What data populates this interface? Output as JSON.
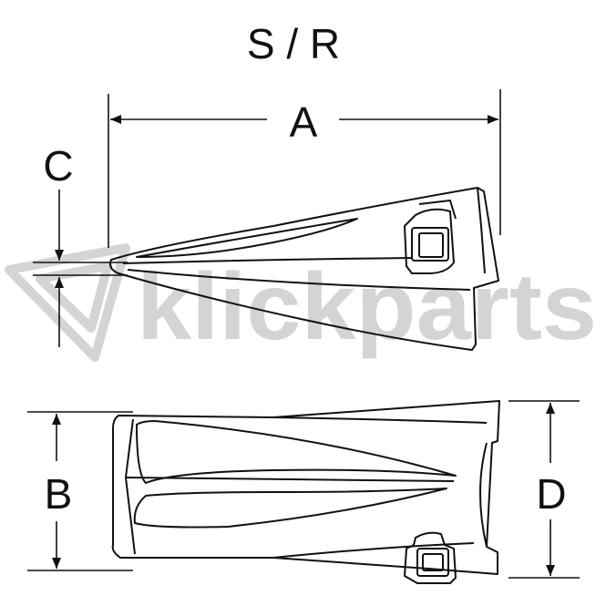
{
  "title": "S / R",
  "dimensions": {
    "a": "A",
    "b": "B",
    "c": "C",
    "d": "D"
  },
  "watermark": {
    "text": "klickparts",
    "color": "#d4d4d4",
    "icon": "triangle-logo-icon"
  },
  "colors": {
    "line": "#111111",
    "background": "#ffffff"
  }
}
